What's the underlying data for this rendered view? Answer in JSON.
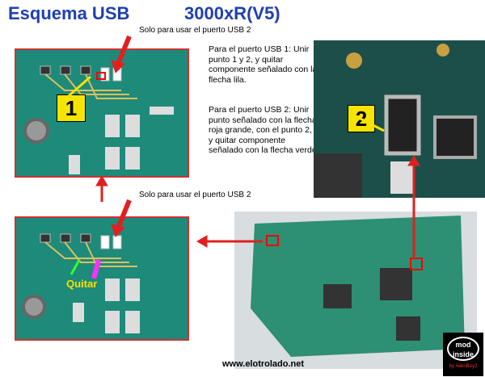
{
  "title": "Esquema USB",
  "model": "3000xR(V5)",
  "notes": {
    "top": "Solo para usar el puerto USB 2",
    "bottom": "Solo para usar el puerto USB 2"
  },
  "instructions": {
    "usb1": "Para el puerto USB 1: Unir punto 1 y 2, y quitar componente señalado con la flecha lila.",
    "usb2": "Para el puerto USB 2: Unir punto señalado con la flecha roja grande, con el punto 2, y quitar componente señalado con la flecha verde"
  },
  "labels": {
    "point1": "1",
    "point2": "2",
    "remove": "Quitar"
  },
  "logo": {
    "line1": "mod",
    "line2": "inside",
    "by": "by AlienBoy2"
  },
  "website": "www.elotrolado.net",
  "colors": {
    "title": "#1f3fb0",
    "pcb": "#1e8a7a",
    "arrow": "#e02020",
    "marker": "#f5e400",
    "lila": "#ff30ff",
    "verde": "#30ff30"
  }
}
